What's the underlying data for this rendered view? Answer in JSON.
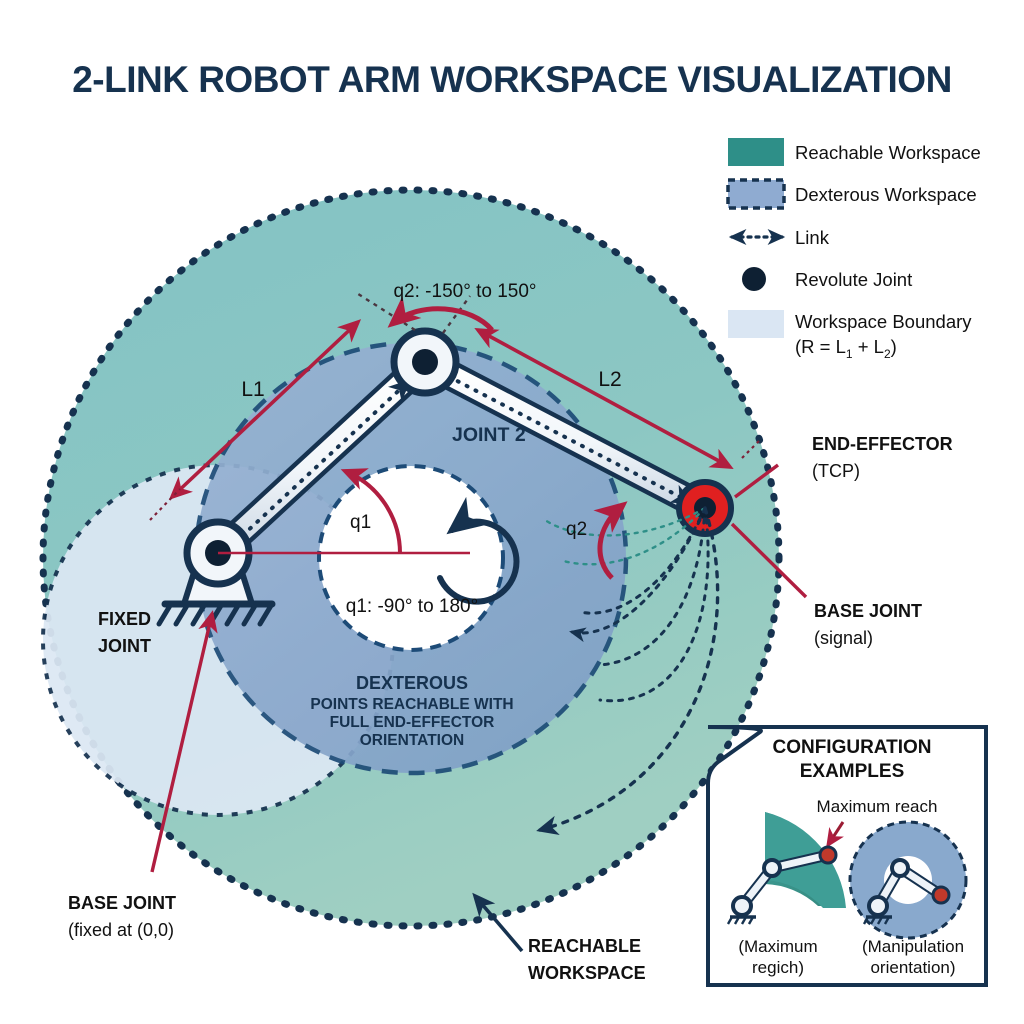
{
  "page": {
    "title": "2-LINK ROBOT ARM WORKSPACE VISUALIZATION",
    "background": "#ffffff"
  },
  "colors": {
    "navy": "#16324f",
    "teal": "#3f9e96",
    "teal_fill": "#82c2c5",
    "dexterous_blue": "#89a9cd",
    "boundary_light": "#dce8f4",
    "crimson": "#b01e40",
    "red_ee": "#e02020",
    "link_white": "#f4f7fa",
    "text": "#111111"
  },
  "legend": {
    "items": [
      {
        "label": "Reachable Workspace",
        "swatch": "solid-teal",
        "icon": "filled-rect-icon"
      },
      {
        "label": "Dexterous Workspace",
        "swatch": "dashed-blue",
        "icon": "dashed-rect-icon"
      },
      {
        "label": "Link",
        "swatch": "double-arrow",
        "icon": "double-arrow-icon"
      },
      {
        "label": "Revolute Joint",
        "swatch": "dot",
        "icon": "filled-circle-icon"
      },
      {
        "label": "Workspace Boundary",
        "label2": "(R = L",
        "label2_sub1": "1",
        "label2_mid": " + L",
        "label2_sub2": "2",
        "label2_end": ")",
        "swatch": "pale-blue",
        "icon": "pale-rect-icon"
      }
    ]
  },
  "diagram": {
    "q1_arc_label": "q1",
    "q1_range": "q1: -90° to 180°",
    "q2_arc_label": "q2",
    "q2_range": "q2: -150° to 150°",
    "link1_label": "L1",
    "link2_label": "L2",
    "joint2_label": "JOINT 2",
    "dexterous_heading": "DEXTEROUS",
    "dexterous_line1": "POINTS REACHABLE WITH",
    "dexterous_line2": "FULL END-EFFECTOR",
    "dexterous_line3": "ORIENTATION",
    "fixed_joint_line1": "FIXED",
    "fixed_joint_line2": "JOINT",
    "end_effector_title": "END-EFFECTOR",
    "end_effector_sub": "(TCP)",
    "base_joint_right_title": "BASE JOINT",
    "base_joint_right_sub": "(signal)",
    "base_joint_bottom_title": "BASE JOINT",
    "base_joint_bottom_sub": "(fixed at (0,0)",
    "reachable_label_line1": "REACHABLE",
    "reachable_label_line2": "WORKSPACE"
  },
  "inset": {
    "heading_line1": "CONFIGURATION",
    "heading_line2": "EXAMPLES",
    "max_reach_label": "Maximum reach",
    "caption_left_line1": "(Maximum",
    "caption_left_line2": "regich)",
    "caption_right_line1": "(Manipulation",
    "caption_right_line2": "orientation)"
  }
}
